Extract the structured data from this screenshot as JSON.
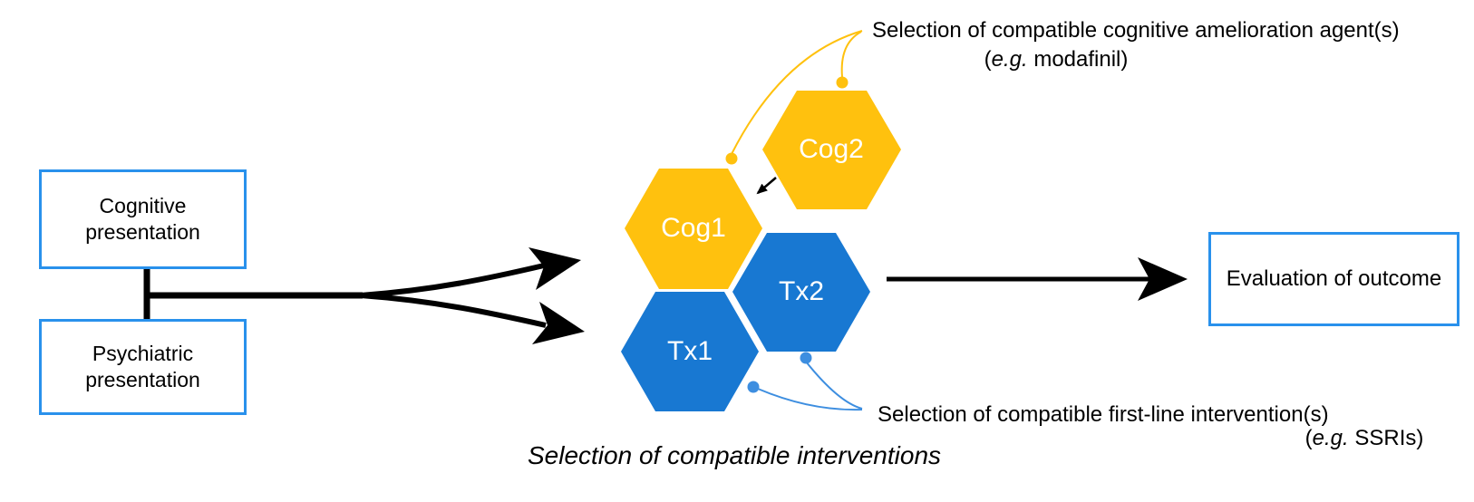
{
  "colors": {
    "hex_yellow": "#FFC10E",
    "hex_blue": "#1878D2",
    "box_border_blue": "#2991EC",
    "callout_blue": "#3D8EE0",
    "arrow_black": "#000000"
  },
  "boxes": {
    "cognitive": {
      "line1": "Cognitive",
      "line2": "presentation"
    },
    "psychiatric": {
      "line1": "Psychiatric",
      "line2": "presentation"
    },
    "evaluation": {
      "label": "Evaluation of outcome"
    }
  },
  "hexagons": {
    "cog1": {
      "label": "Cog1"
    },
    "cog2": {
      "label": "Cog2"
    },
    "tx1": {
      "label": "Tx1"
    },
    "tx2": {
      "label": "Tx2"
    }
  },
  "annotations": {
    "top": {
      "line1": "Selection of compatible cognitive amelioration agent(s)",
      "open_paren": "(",
      "eg": "e.g.",
      "rest": " modafinil)"
    },
    "bottom": {
      "line1": "Selection of compatible first-line intervention(s)",
      "open_paren": "(",
      "eg": "e.g.",
      "rest": " SSRIs)"
    },
    "caption": "Selection of compatible interventions"
  }
}
